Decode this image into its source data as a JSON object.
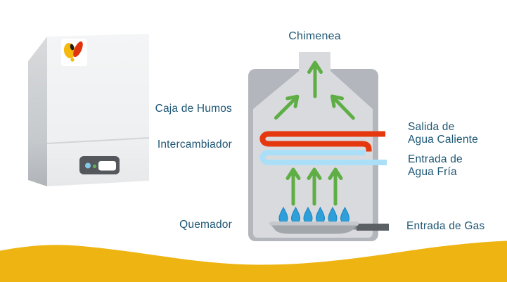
{
  "labels": {
    "chimenea": "Chimenea",
    "caja_de_humos": "Caja de Humos",
    "intercambiador": "Intercambiador",
    "quemador": "Quemador",
    "salida_line1": "Salida de",
    "salida_line2": "Agua Caliente",
    "entrada_fria_line1": "Entrada de",
    "entrada_fria_line2": "Agua Fría",
    "entrada_gas": "Entrada de Gas"
  },
  "colors": {
    "label_text": "#1d5674",
    "hot_water_pipe": "#e5380e",
    "cold_water_pipe": "#abdff7",
    "flue_arrow_green": "#5fae45",
    "flame_blue": "#2f9fd9",
    "gas_pipe_dark": "#5b6065",
    "casing_outer_gray": "#b3b7bd",
    "casing_inner_gray": "#d8dade",
    "wave_yellow": "#eeb412",
    "logo_yellow": "#f5b80c",
    "logo_red": "#e2340c"
  },
  "icons": {
    "flue_arrow": "green up arrow",
    "flame": "blue gas flame teardrop",
    "brand_logo": "yellow and red oval bird mark",
    "status_leds": "blue and green indicator dots"
  }
}
